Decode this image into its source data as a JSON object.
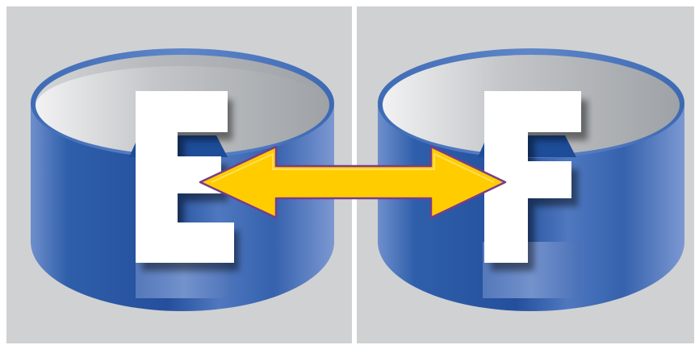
{
  "diagram": {
    "left_drive": {
      "letter": "E"
    },
    "right_drive": {
      "letter": "F"
    },
    "connector": {
      "type": "double-arrow"
    }
  },
  "colors": {
    "background_panel": "#d0d1d3",
    "cylinder_blue": "#2d5fae",
    "cylinder_top_inner": "#9fa3a7",
    "letter_fill": "#ffffff",
    "arrow_fill": "#ffcc00",
    "arrow_stroke": "#7a3c8a"
  }
}
